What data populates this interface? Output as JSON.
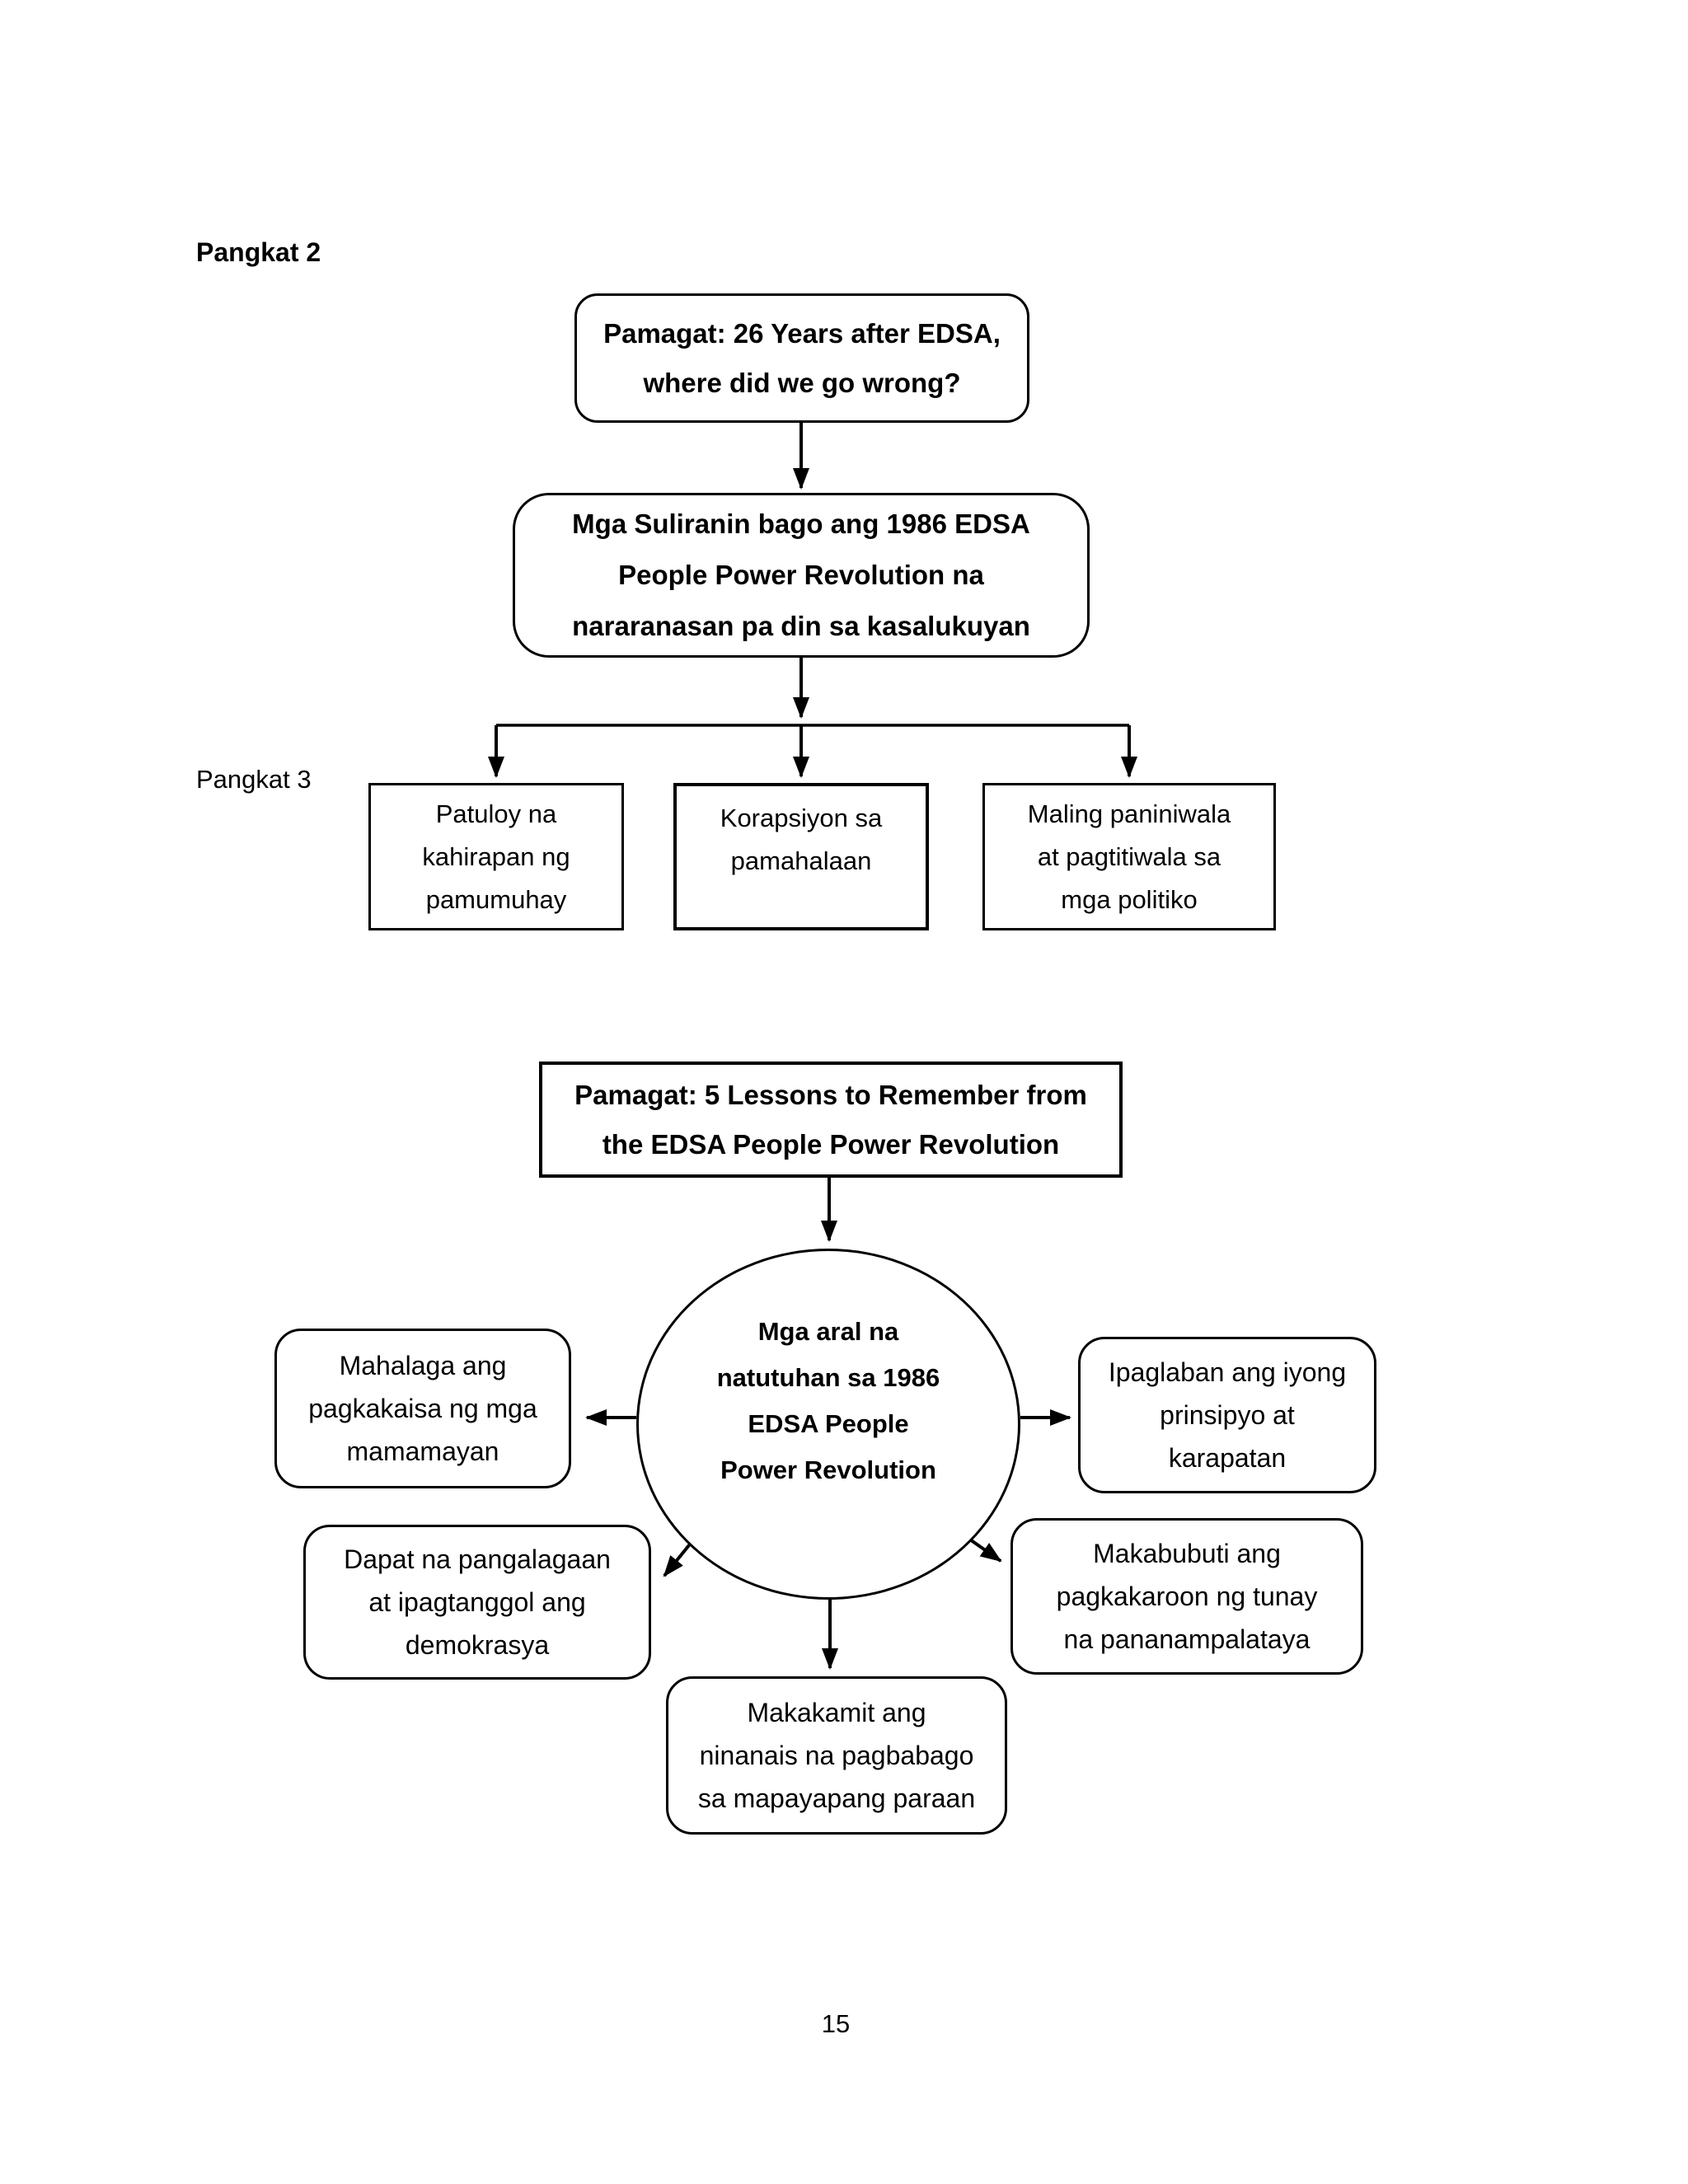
{
  "colors": {
    "ink": "#000000",
    "paper": "#ffffff"
  },
  "page": {
    "number": "15"
  },
  "diagram1": {
    "group_label": "Pangkat 2",
    "title": "Pamagat: 26 Years after EDSA,\nwhere did we go wrong?",
    "root": "Mga Suliranin bago ang 1986 EDSA\nPeople Power Revolution na\nnararanasan pa din sa kasalukuyan",
    "causes": [
      {
        "label": "Patuloy na\nkahirapan ng\npamumuhay"
      },
      {
        "label": "Korapsiyon sa\npamahalaan"
      },
      {
        "label": "Maling paniniwala\nat pagtitiwala sa\nmga politiko"
      }
    ]
  },
  "diagram2": {
    "group_label": "Pangkat 3",
    "title": "Pamagat: 5 Lessons to Remember from\nthe EDSA People Power Revolution",
    "center": "Mga aral na\nnatutuhan sa 1986\nEDSA People\nPower Revolution",
    "lessons": [
      {
        "label": "Mahalaga ang\npagkakaisa ng mga\nmamamayan"
      },
      {
        "label": "Ipaglaban ang iyong\nprinsipyo at\nkarapatan"
      },
      {
        "label": "Dapat na pangalagaan\nat ipagtanggol ang\ndemokrasya"
      },
      {
        "label": "Makabubuti ang\npagkakaroon ng tunay\nna pananampalataya"
      },
      {
        "label": "Makakamit ang\nninanais na pagbabago\nsa mapayapang paraan"
      }
    ]
  }
}
